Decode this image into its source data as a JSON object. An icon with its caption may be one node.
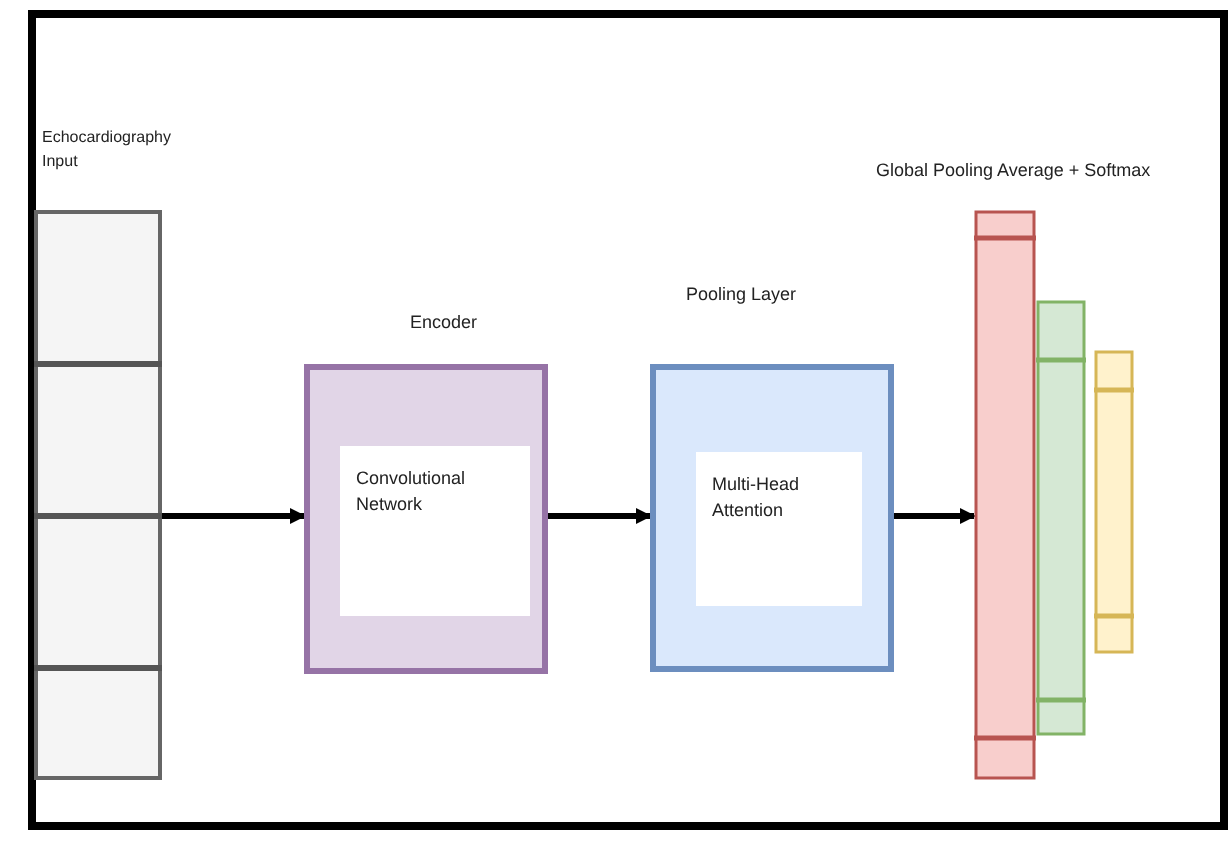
{
  "diagram": {
    "nodes": [
      {
        "text": [
          "Echocardiography Input"
        ]
      },
      {
        "text": [
          "Encoder"
        ]
      },
      {
        "text": [
          "Convolutional Network"
        ],
        "in": 1
      },
      {
        "text": [
          "Pooling Layer"
        ]
      },
      {
        "text": [
          "Multi-Head Attention"
        ],
        "in": 3
      },
      {
        "text": [
          "Global Pooling Average + Softmax"
        ]
      }
    ],
    "edges": [
      {
        "from": 0,
        "to": 1,
        "arrow": "to"
      },
      {
        "from": 1,
        "to": 3,
        "arrow": "to"
      },
      {
        "from": 3,
        "to": 5,
        "arrow": "to"
      }
    ]
  }
}
